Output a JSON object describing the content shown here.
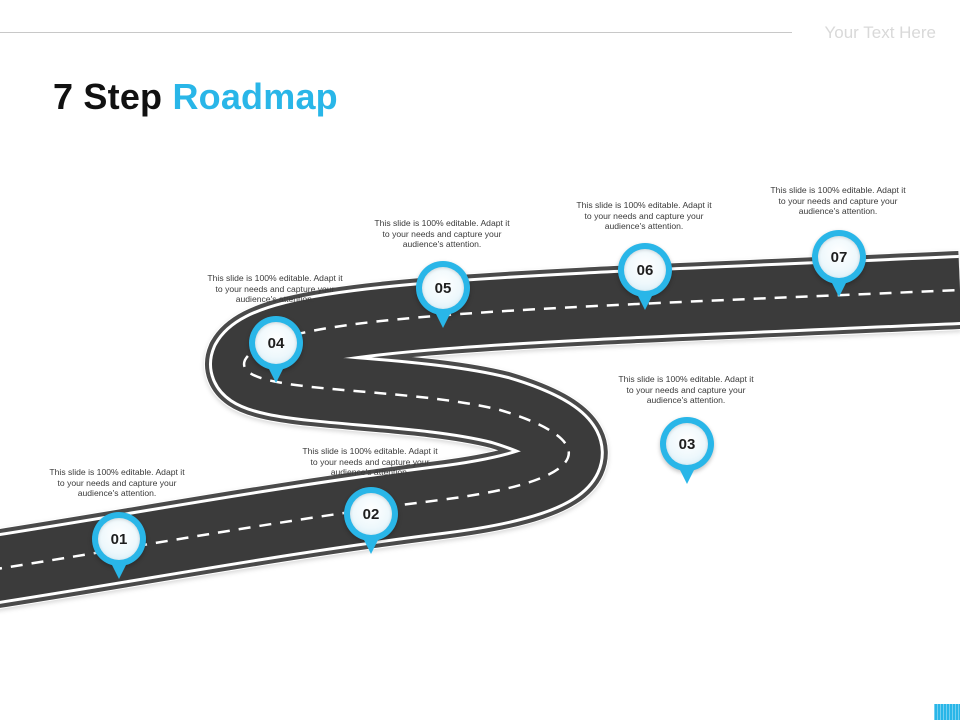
{
  "header": {
    "placeholder_text": "Your Text Here"
  },
  "title": {
    "main": "7 Step ",
    "accent": "Roadmap"
  },
  "colors": {
    "accent": "#29b6e8",
    "road": "#3b3b3b",
    "road_edge": "#ffffff"
  },
  "steps": [
    {
      "number": "01",
      "description": "This slide is 100% editable. Adapt it to your needs and capture your audience's attention."
    },
    {
      "number": "02",
      "description": "This slide is 100% editable. Adapt it to your needs and capture your audience's attention."
    },
    {
      "number": "03",
      "description": "This slide is 100% editable. Adapt it to your needs and capture your audience's attention."
    },
    {
      "number": "04",
      "description": "This slide is 100% editable. Adapt it to your needs and capture your audience's attention."
    },
    {
      "number": "05",
      "description": "This slide is 100% editable. Adapt it to your needs and capture your audience's attention."
    },
    {
      "number": "06",
      "description": "This slide is 100% editable. Adapt it to your needs and capture your audience's attention."
    },
    {
      "number": "07",
      "description": "This slide is 100% editable. Adapt it to your needs and capture your audience's attention."
    }
  ],
  "icons": {
    "marker": "map-pin-icon",
    "corner": "slide-badge-icon"
  }
}
